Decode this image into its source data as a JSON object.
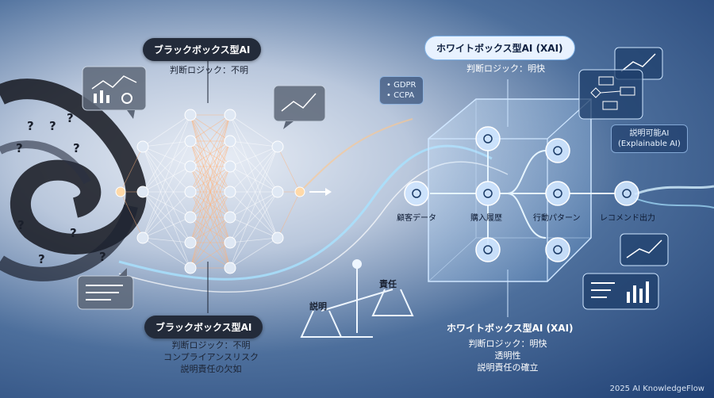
{
  "blackbox": {
    "title": "ブラックボックス型AI",
    "logic": "判断ロジック：不明",
    "bottom_title": "ブラックボックス型AI",
    "bottom_lines": [
      "判断ロジック：不明",
      "コンプライアンスリスク",
      "説明責任の欠如"
    ]
  },
  "whitebox": {
    "title": "ホワイトボックス型AI (XAI)",
    "logic": "判断ロジック：明快",
    "bottom_title": "ホワイトボックス型AI (XAI)",
    "bottom_lines": [
      "判断ロジック：明快",
      "透明性",
      "説明責任の確立"
    ]
  },
  "regulations": [
    "GDPR",
    "CCPA"
  ],
  "xai_badge": [
    "説明可能AI",
    "(Explainable AI)"
  ],
  "flow_nodes": [
    "顧客データ",
    "購入履歴",
    "行動パターン",
    "レコメンド出力"
  ],
  "scale": {
    "left": "説明",
    "right": "責任"
  },
  "footer": "2025 AI KnowledgeFlow",
  "colors": {
    "accent": "#7ad3ff",
    "node_fill": "#cfe6ff",
    "dark_pill": "#232b3a"
  }
}
